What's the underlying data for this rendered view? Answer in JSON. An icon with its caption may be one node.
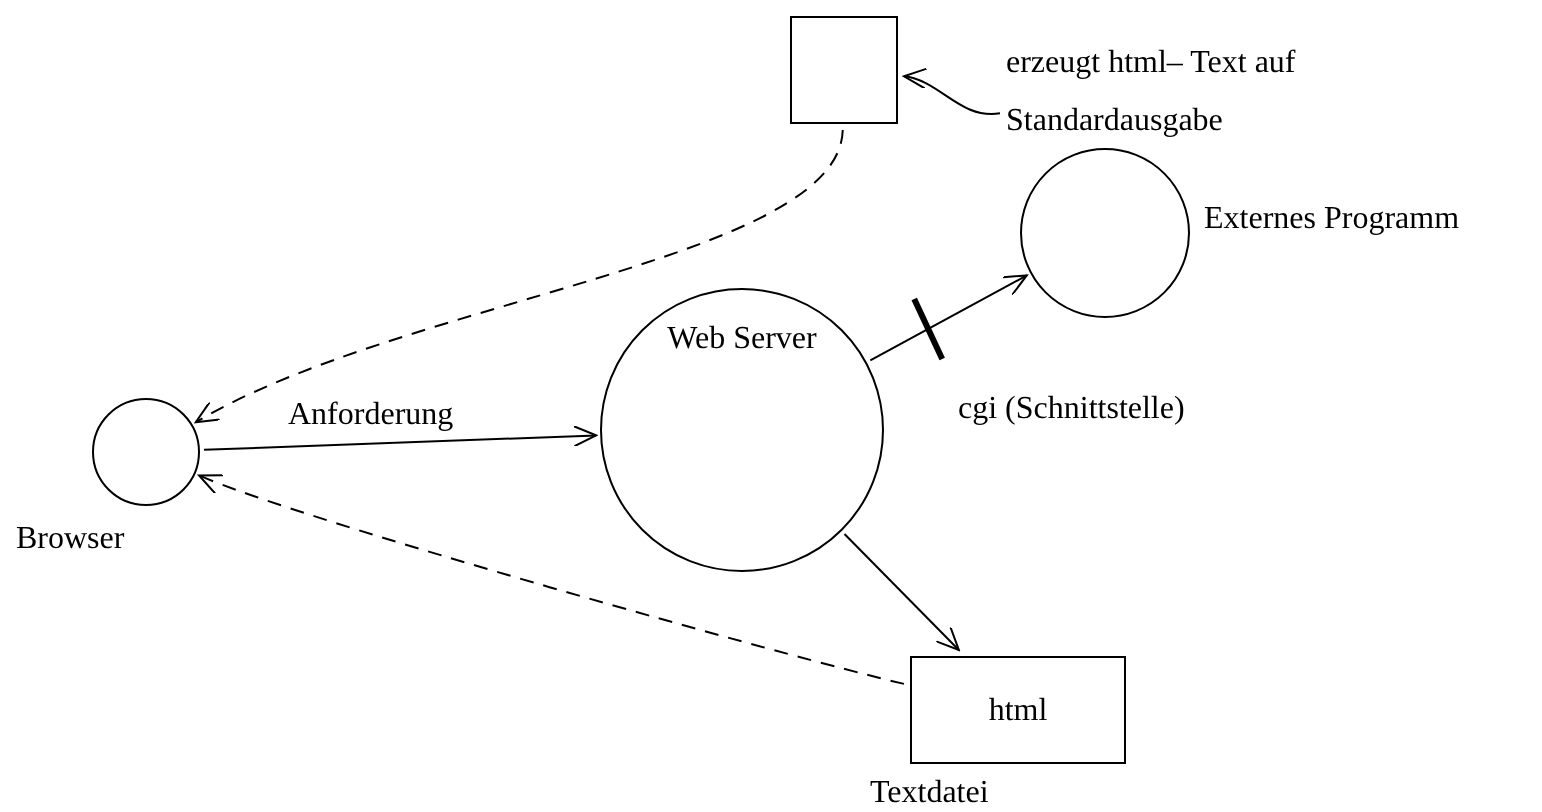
{
  "diagram": {
    "nodes": [
      {
        "text": [],
        "shape": "box"
      },
      {
        "text": [
          "erzeugt html– Text auf Standardausgabe"
        ]
      },
      {
        "text": [],
        "shape": "circle",
        "beside": [
          "Externes Programm"
        ]
      },
      {
        "text": [],
        "shape": "circle",
        "beside": [
          "Browser"
        ]
      },
      {
        "text": [
          "Web Server"
        ]
      },
      {
        "text": [
          "html"
        ],
        "beside": [
          "Textdatei"
        ]
      }
    ],
    "edges": [
      {
        "from": 3,
        "to": 4,
        "arrow": "to",
        "label": "Anforderung"
      },
      {
        "from": 4,
        "to": 2,
        "arrow": "to",
        "label": "cgi (Schnittstelle)"
      },
      {
        "from": 0,
        "to": 3,
        "arrow": "to",
        "style": "dashed"
      },
      {
        "from": 5,
        "to": 3,
        "arrow": "to",
        "style": "dashed"
      },
      {
        "from": 4,
        "to": 5,
        "arrow": "to"
      },
      {
        "from": 1,
        "to": 0,
        "arrow": "to"
      }
    ]
  }
}
